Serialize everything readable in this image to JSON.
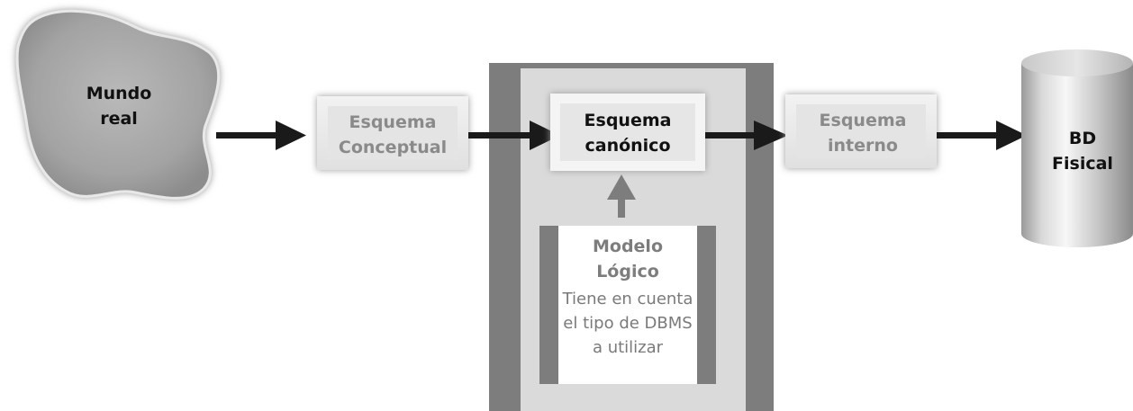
{
  "nodes": {
    "mundo_real": {
      "line1": "Mundo",
      "line2": "real"
    },
    "esquema_conceptual": {
      "line1": "Esquema",
      "line2": "Conceptual"
    },
    "esquema_canonico": {
      "line1": "Esquema",
      "line2": "canónico"
    },
    "modelo_logico": {
      "title1": "Modelo",
      "title2": "Lógico",
      "desc1": "Tiene en cuenta",
      "desc2": "el tipo de DBMS",
      "desc3": "a utilizar"
    },
    "esquema_interno": {
      "line1": "Esquema",
      "line2": "interno"
    },
    "bd_fisical": {
      "line1": "BD",
      "line2": "Fisical"
    }
  },
  "colors": {
    "cloud": "#a8a8a8",
    "frame_dark": "#7d7d7d",
    "frame_light": "#dadada",
    "box_text_gray": "#8a8a8a",
    "arrow": "#1a1a1a",
    "arrow_gray": "#7d7d7d"
  }
}
